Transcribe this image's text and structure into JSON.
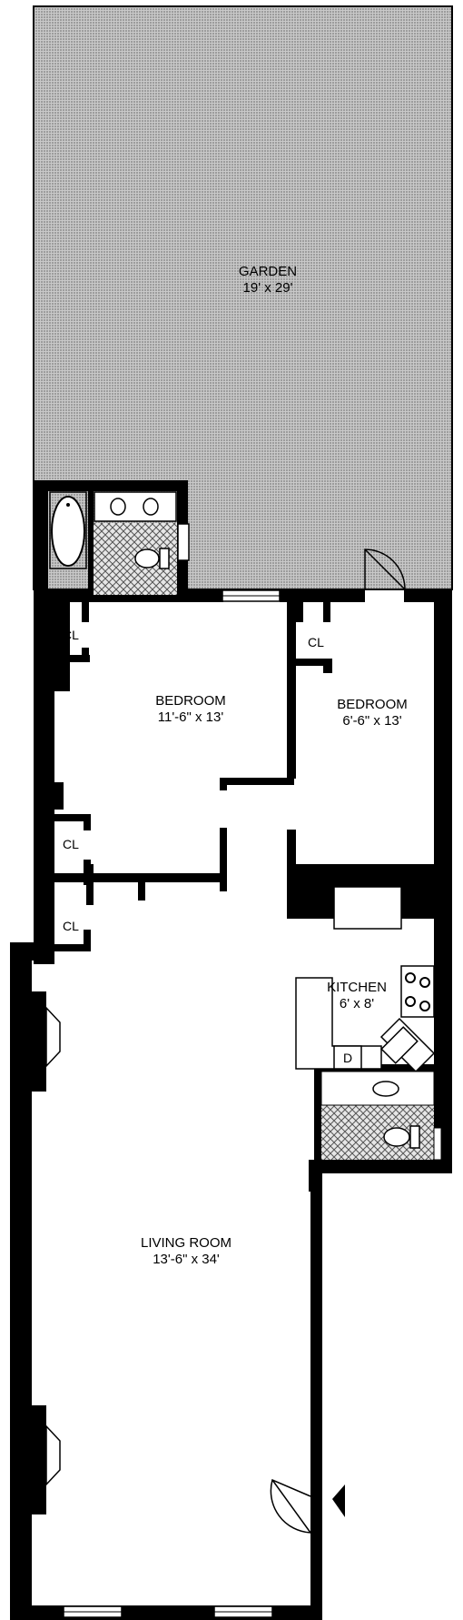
{
  "rooms": {
    "garden": {
      "name": "GARDEN",
      "size": "19' x 29'"
    },
    "bedroom_main": {
      "name": "BEDROOM",
      "size": "11'-6\" x 13'"
    },
    "bedroom_small": {
      "name": "BEDROOM",
      "size": "6'-6\" x 13'"
    },
    "kitchen": {
      "name": "KITCHEN",
      "size": "6' x 8'"
    },
    "living_room": {
      "name": "LIVING ROOM",
      "size": "13'-6\" x 34'"
    }
  },
  "closets": {
    "label": "CL",
    "bedroom_main_closet": "CL",
    "bedroom_small_closet": "CL",
    "hall_closet": "CL",
    "living_closet": "CL"
  },
  "appliances": {
    "dishwasher_label": "D"
  },
  "colors": {
    "wall": "#000000",
    "garden_fill": "#b3b3b3",
    "tile_fill": "#cfcfcf",
    "background": "#ffffff"
  }
}
